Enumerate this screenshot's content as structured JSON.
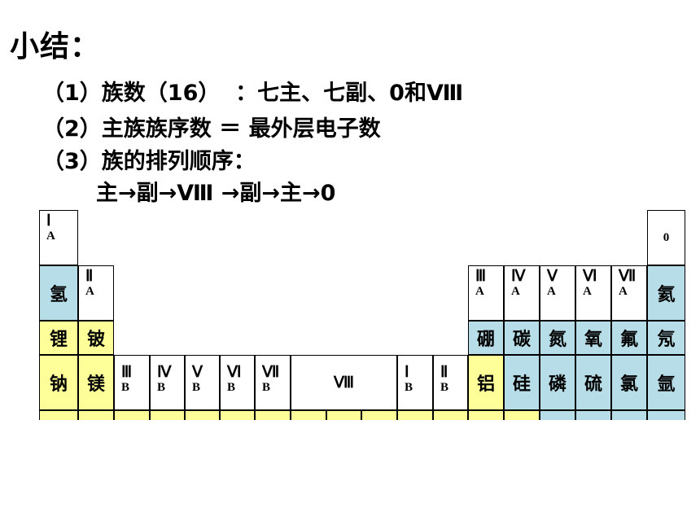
{
  "title": "小结：",
  "lines": [
    "（1）族数（16）  ：七主、七副、0和Ⅷ",
    "（2）主族族序数 ＝ 最外层电子数",
    "（3）族的排列顺序：",
    "主→副→Ⅷ →副→主→0"
  ],
  "groups": {
    "IA": {
      "roman": "Ⅰ",
      "letter": "A"
    },
    "IIA": {
      "roman": "Ⅱ",
      "letter": "A"
    },
    "IIIB": {
      "roman": "Ⅲ",
      "letter": "B"
    },
    "IVB": {
      "roman": "Ⅳ",
      "letter": "B"
    },
    "VB": {
      "roman": "Ⅴ",
      "letter": "B"
    },
    "VIB": {
      "roman": "Ⅵ",
      "letter": "B"
    },
    "VIIB": {
      "roman": "Ⅶ",
      "letter": "B"
    },
    "VIII": {
      "roman": "Ⅷ"
    },
    "IB": {
      "roman": "Ⅰ",
      "letter": "B"
    },
    "IIB": {
      "roman": "Ⅱ",
      "letter": "B"
    },
    "IIIA": {
      "roman": "Ⅲ",
      "letter": "A"
    },
    "IVA": {
      "roman": "Ⅳ",
      "letter": "A"
    },
    "VA": {
      "roman": "Ⅴ",
      "letter": "A"
    },
    "VIA": {
      "roman": "Ⅵ",
      "letter": "A"
    },
    "VIIA": {
      "roman": "Ⅶ",
      "letter": "A"
    },
    "zero": "0"
  },
  "elements": {
    "H": "氢",
    "He": "氦",
    "Li": "锂",
    "Be": "铍",
    "B": "硼",
    "C": "碳",
    "N": "氮",
    "O": "氧",
    "F": "氟",
    "Ne": "氖",
    "Na": "钠",
    "Mg": "镁",
    "Al": "铝",
    "Si": "硅",
    "P": "磷",
    "S": "硫",
    "Cl": "氯",
    "Ar": "氩"
  },
  "colors": {
    "s_block": "#ffff99",
    "p_block": "#b7dde8"
  }
}
